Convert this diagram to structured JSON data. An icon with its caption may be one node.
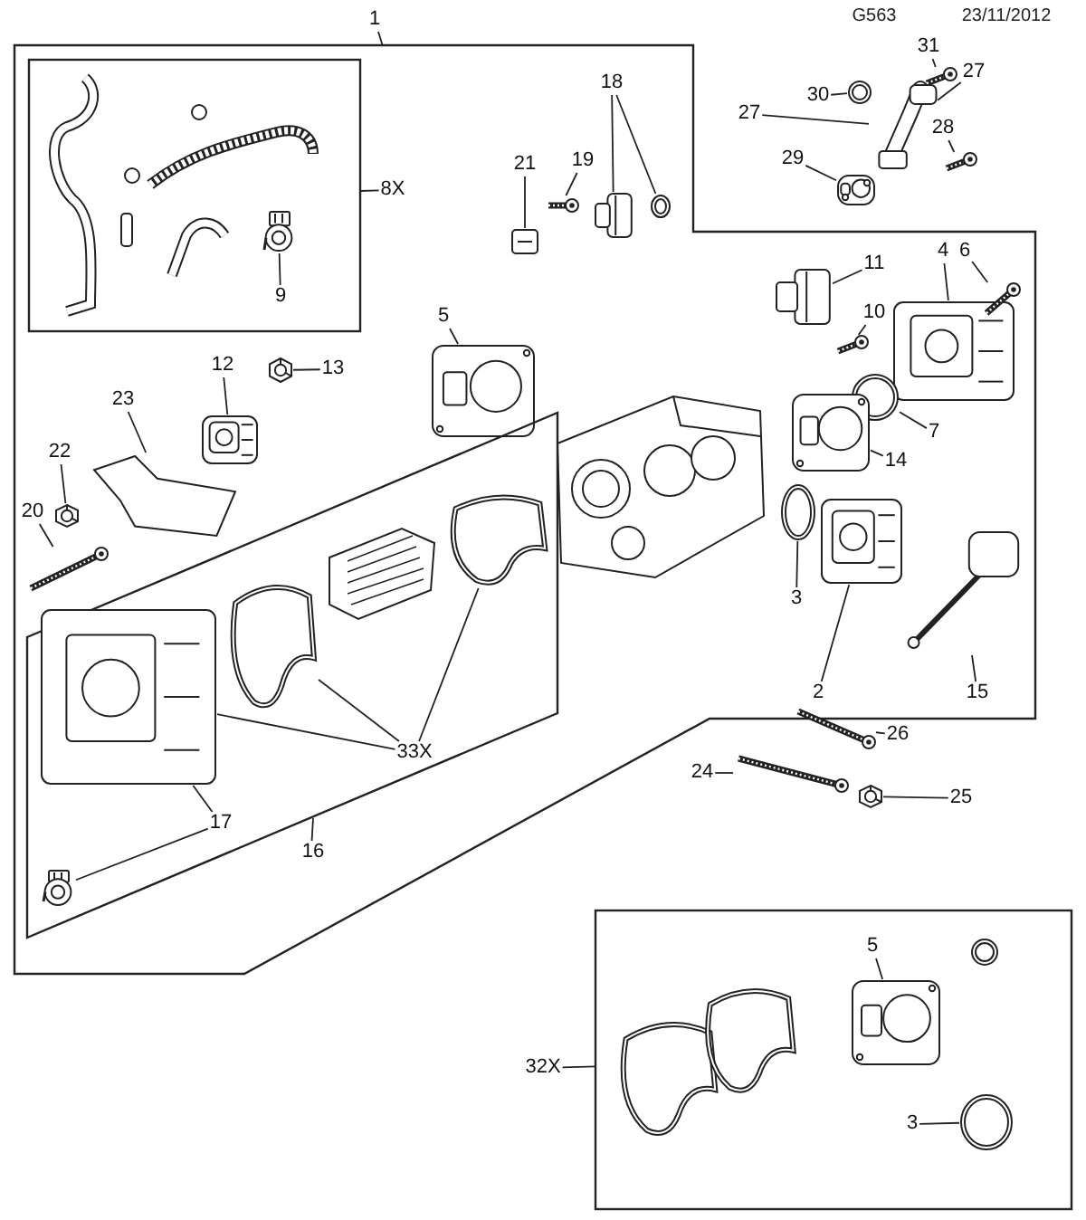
{
  "diagram": {
    "nodes": [
      {
        "text": [],
        "shape": "box"
      },
      {
        "text": [
          "1"
        ]
      },
      {
        "text": [],
        "shape": "box",
        "in": 0
      },
      {
        "text": [
          "8X"
        ],
        "in": 0
      },
      {
        "text": [
          "9"
        ],
        "in": 2
      },
      {
        "text": [],
        "shape": "clip",
        "in": 2
      },
      {
        "text": [
          "18"
        ],
        "in": 0
      },
      {
        "text": [],
        "shape": "picture",
        "in": 0
      },
      {
        "text": [],
        "shape": "ring",
        "in": 0
      },
      {
        "text": [
          "19"
        ],
        "in": 0
      },
      {
        "text": [],
        "shape": "bolt",
        "in": 0
      },
      {
        "text": [
          "21"
        ],
        "in": 0
      },
      {
        "text": [],
        "shape": "picture",
        "in": 0
      },
      {
        "text": [
          "31"
        ]
      },
      {
        "text": [],
        "shape": "bolt"
      },
      {
        "text": [
          "30"
        ]
      },
      {
        "text": [],
        "shape": "ring"
      },
      {
        "text": [
          "27"
        ]
      },
      {
        "text": [
          "27"
        ]
      },
      {
        "text": [],
        "shape": "picture"
      },
      {
        "text": [
          "28"
        ]
      },
      {
        "text": [],
        "shape": "bolt"
      },
      {
        "text": [
          "29"
        ]
      },
      {
        "text": [],
        "shape": "gasket"
      },
      {
        "text": [
          "11"
        ],
        "in": 0
      },
      {
        "text": [],
        "shape": "picture",
        "in": 0
      },
      {
        "text": [
          "10"
        ],
        "in": 0
      },
      {
        "text": [],
        "shape": "bolt",
        "in": 0
      },
      {
        "text": [
          "4"
        ],
        "in": 0
      },
      {
        "text": [],
        "shape": "picture",
        "in": 0
      },
      {
        "text": [
          "6"
        ],
        "in": 0
      },
      {
        "text": [],
        "shape": "bolt",
        "in": 0
      },
      {
        "text": [
          "5"
        ],
        "in": 0
      },
      {
        "text": [],
        "shape": "gasket",
        "in": 0
      },
      {
        "text": [
          "7"
        ],
        "in": 0
      },
      {
        "text": [],
        "shape": "ring",
        "in": 0
      },
      {
        "text": [
          "14"
        ],
        "in": 0
      },
      {
        "text": [],
        "shape": "gasket",
        "in": 0
      },
      {
        "text": [
          "12"
        ],
        "in": 0
      },
      {
        "text": [],
        "shape": "picture",
        "in": 0
      },
      {
        "text": [
          "13"
        ],
        "in": 0
      },
      {
        "text": [],
        "shape": "nut",
        "in": 0
      },
      {
        "text": [
          "23"
        ],
        "in": 0
      },
      {
        "text": [],
        "shape": "picture",
        "in": 0
      },
      {
        "text": [
          "22"
        ],
        "in": 0
      },
      {
        "text": [],
        "shape": "nut",
        "in": 0
      },
      {
        "text": [
          "20"
        ],
        "in": 0
      },
      {
        "text": [],
        "shape": "bolt",
        "in": 0
      },
      {
        "text": [
          "3"
        ],
        "in": 0
      },
      {
        "text": [],
        "shape": "ring",
        "in": 0
      },
      {
        "text": [
          "2"
        ],
        "in": 0
      },
      {
        "text": [],
        "shape": "picture",
        "in": 0
      },
      {
        "text": [
          "15"
        ],
        "in": 0
      },
      {
        "text": [],
        "shape": "picture",
        "in": 0
      },
      {
        "text": [],
        "shape": "box",
        "in": 0
      },
      {
        "text": [
          "16"
        ],
        "in": 0
      },
      {
        "text": [
          "33X"
        ],
        "in": 54
      },
      {
        "text": [],
        "shape": "picture",
        "in": 54
      },
      {
        "text": [],
        "shape": "picture",
        "in": 54
      },
      {
        "text": [],
        "shape": "picture",
        "in": 54
      },
      {
        "text": [
          "17"
        ],
        "in": 54
      },
      {
        "text": [],
        "shape": "clip",
        "in": 54
      },
      {
        "text": [
          "24"
        ]
      },
      {
        "text": [],
        "shape": "bolt"
      },
      {
        "text": [
          "26"
        ]
      },
      {
        "text": [],
        "shape": "bolt"
      },
      {
        "text": [
          "25"
        ]
      },
      {
        "text": [],
        "shape": "nut"
      },
      {
        "text": [],
        "shape": "box"
      },
      {
        "text": [
          "32X"
        ]
      },
      {
        "text": [],
        "shape": "picture",
        "in": 68
      },
      {
        "text": [],
        "shape": "picture",
        "in": 68
      },
      {
        "text": [
          "5"
        ],
        "in": 68
      },
      {
        "text": [],
        "shape": "gasket",
        "in": 68
      },
      {
        "text": [],
        "shape": "ring",
        "in": 68
      },
      {
        "text": [
          "3"
        ],
        "in": 68
      },
      {
        "text": [],
        "shape": "ring",
        "in": 68
      }
    ],
    "edges": [
      {
        "from": 1,
        "to": 0,
        "arrow": "none"
      },
      {
        "from": 3,
        "to": 2,
        "arrow": "none"
      },
      {
        "from": 4,
        "to": 5,
        "arrow": "none"
      },
      {
        "from": 6,
        "to": 7,
        "arrow": "none"
      },
      {
        "from": 6,
        "to": 8,
        "arrow": "none"
      },
      {
        "from": 9,
        "to": 10,
        "arrow": "none"
      },
      {
        "from": 11,
        "to": 12,
        "arrow": "none"
      },
      {
        "from": 13,
        "to": 14,
        "arrow": "none"
      },
      {
        "from": 15,
        "to": 16,
        "arrow": "none"
      },
      {
        "from": 17,
        "to": 19,
        "arrow": "none"
      },
      {
        "from": 18,
        "to": 19,
        "arrow": "none"
      },
      {
        "from": 20,
        "to": 21,
        "arrow": "none"
      },
      {
        "from": 22,
        "to": 23,
        "arrow": "none"
      },
      {
        "from": 24,
        "to": 25,
        "arrow": "none"
      },
      {
        "from": 26,
        "to": 27,
        "arrow": "none"
      },
      {
        "from": 28,
        "to": 29,
        "arrow": "none"
      },
      {
        "from": 30,
        "to": 31,
        "arrow": "none"
      },
      {
        "from": 32,
        "to": 33,
        "arrow": "none"
      },
      {
        "from": 34,
        "to": 35,
        "arrow": "none"
      },
      {
        "from": 36,
        "to": 37,
        "arrow": "none"
      },
      {
        "from": 38,
        "to": 39,
        "arrow": "none"
      },
      {
        "from": 40,
        "to": 41,
        "arrow": "none"
      },
      {
        "from": 42,
        "to": 43,
        "arrow": "none"
      },
      {
        "from": 44,
        "to": 45,
        "arrow": "none"
      },
      {
        "from": 46,
        "to": 47,
        "arrow": "none"
      },
      {
        "from": 48,
        "to": 49,
        "arrow": "none"
      },
      {
        "from": 50,
        "to": 51,
        "arrow": "none"
      },
      {
        "from": 52,
        "to": 53,
        "arrow": "none"
      },
      {
        "from": 55,
        "to": 54,
        "arrow": "none"
      },
      {
        "from": 56,
        "to": 57,
        "arrow": "none"
      },
      {
        "from": 56,
        "to": 58,
        "arrow": "none"
      },
      {
        "from": 56,
        "to": 59,
        "arrow": "none"
      },
      {
        "from": 60,
        "to": 59,
        "arrow": "none"
      },
      {
        "from": 60,
        "to": 61,
        "arrow": "none"
      },
      {
        "from": 62,
        "to": 63,
        "arrow": "none"
      },
      {
        "from": 64,
        "to": 65,
        "arrow": "none"
      },
      {
        "from": 66,
        "to": 67,
        "arrow": "none"
      },
      {
        "from": 69,
        "to": 68,
        "arrow": "none"
      },
      {
        "from": 72,
        "to": 73,
        "arrow": "none"
      },
      {
        "from": 75,
        "to": 76,
        "arrow": "none"
      }
    ],
    "labels": [
      "G563",
      "23/11/2012"
    ]
  }
}
